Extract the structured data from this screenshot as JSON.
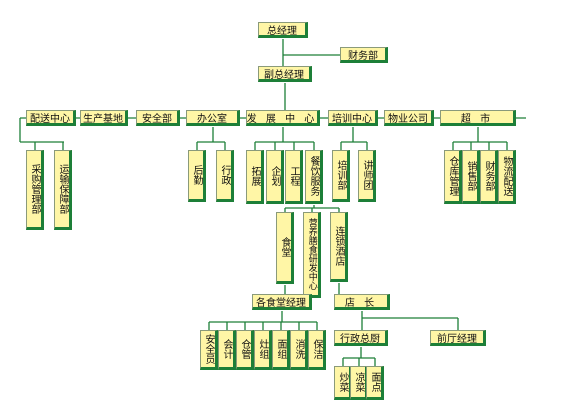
{
  "nodes": {
    "gm": "总经理",
    "finance": "财务部",
    "vgm": "副总经理",
    "distribution": "配送中心",
    "production": "生产基地",
    "security": "安全部",
    "office": "办公室",
    "development": "发 展 中 心",
    "training": "培训中心",
    "property": "物业公司",
    "supermarket": "超 市",
    "purchasing": "采购管理部",
    "transport": "运输保障部",
    "logistics": "后勤",
    "admin": "行政",
    "expand": "拓展",
    "planning": "企划",
    "engineering": "工程",
    "catering": "餐饮服务",
    "training_dept": "培训部",
    "lecturers": "讲师团",
    "warehouse": "仓库管理",
    "sales": "销售部",
    "sm_finance": "财务部",
    "flow_delivery": "物流配送",
    "canteen": "食堂",
    "nutrition": "营养膳食研发中心",
    "chain": "连锁酒店",
    "canteen_mgr": "各食堂经理",
    "store_mgr": "店 长",
    "safety_staff": "安全员",
    "accounting": "会计",
    "storekeeper": "仓管",
    "stove": "灶组",
    "noodle": "面组",
    "washing": "消洗",
    "cleaning": "保洁",
    "exec_chef": "行政总厨",
    "front_mgr": "前厅经理",
    "stirfry": "炒菜",
    "cold": "凉菜",
    "pastry": "面点"
  },
  "colors": {
    "box_fill": "#fff6a6",
    "box_shadow": "#1d7f38",
    "line": "#1d7f38"
  }
}
